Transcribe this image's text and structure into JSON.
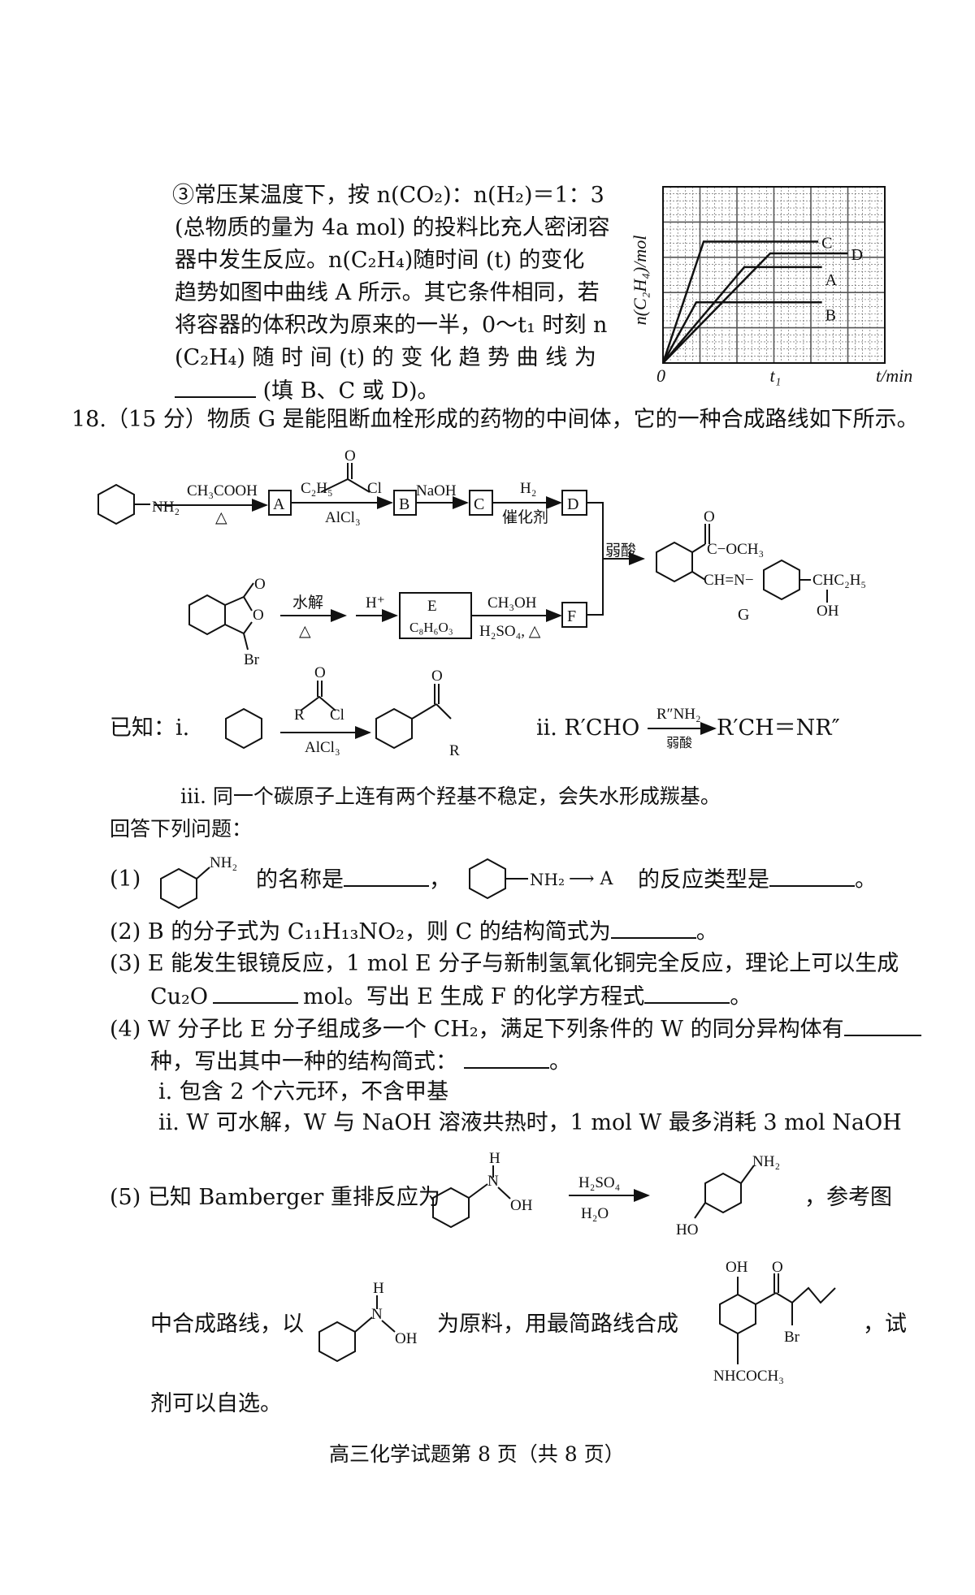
{
  "q17_part3": {
    "lines": [
      "③常压某温度下，按 n(CO₂)：n(H₂)＝1：3",
      "(总物质的量为 4a mol) 的投料比充人密闭容",
      "器中发生反应。n(C₂H₄)随时间 (t) 的变化",
      "趋势如图中曲线 A 所示。其它条件相同，若",
      "将容器的体积改为原来的一半，0～t₁ 时刻 n",
      "(C₂H₄) 随 时 间 (t) 的 变 化 趋 势 曲 线 为"
    ],
    "last_line": "(填 B、C 或 D)。"
  },
  "chart_data": {
    "type": "line",
    "title": "",
    "xlabel": "t/min",
    "ylabel": "n(C₂H₄)/mol",
    "x_ticks": [
      {
        "value": 0,
        "label": "0"
      },
      {
        "value": 3,
        "label": "t₁"
      }
    ],
    "xlim": [
      0,
      6
    ],
    "ylim": [
      0,
      4.5
    ],
    "grid": true,
    "series": [
      {
        "name": "C",
        "points": [
          [
            0,
            0
          ],
          [
            1.1,
            3.1
          ],
          [
            4.2,
            3.1
          ]
        ]
      },
      {
        "name": "D",
        "points": [
          [
            0,
            0
          ],
          [
            2.9,
            2.8
          ],
          [
            5.0,
            2.8
          ]
        ]
      },
      {
        "name": "A",
        "points": [
          [
            0,
            0
          ],
          [
            2.2,
            2.45
          ],
          [
            4.3,
            2.45
          ]
        ]
      },
      {
        "name": "B",
        "points": [
          [
            0,
            0
          ],
          [
            0.9,
            1.55
          ],
          [
            4.3,
            1.55
          ]
        ]
      }
    ]
  },
  "q18": {
    "heading": "18.（15 分）物质 G 是能阻断血栓形成的药物的中间体，它的一种合成路线如下所示。",
    "scheme": {
      "nh2": "NH₂",
      "r1_top": "CH₃COOH",
      "r1_bottom": "△",
      "A": "A",
      "r2_c2h5": "C₂H₅",
      "r2_o": "O",
      "r2_cl": "Cl",
      "r2_bottom": "AlCl₃",
      "B": "B",
      "r3_top": "NaOH",
      "C": "C",
      "r4_top": "H₂",
      "r4_bottom": "催化剂",
      "D": "D",
      "weak_acid": "弱酸",
      "g_o": "O",
      "g_ester": "C−OCH₃",
      "g_imine": "CH=N−",
      "g_chain": "CHC₂H₅",
      "g_oh": "OH",
      "G": "G",
      "lac_o1": "O",
      "lac_o2": "O",
      "lac_br": "Br",
      "r5_top": "水解",
      "r5_bottom": "△",
      "r6_top": "H⁺",
      "E": "E",
      "E_formula": "C₈H₆O₃",
      "r7_top": "CH₃OH",
      "r7_bottom": "H₂SO₄, △",
      "F": "F"
    },
    "known_label": "已知：ⅰ.",
    "known_i": {
      "o": "O",
      "r": "R",
      "cl": "Cl",
      "cat": "AlCl₃",
      "prod_o": "O",
      "prod_r": "R"
    },
    "known_ii": {
      "prefix": "ⅱ. R′CHO",
      "top": "R″NH₂",
      "bottom": "弱酸",
      "product": "R′CH＝NR″"
    },
    "known_iii": "ⅲ. 同一个碳原子上连有两个羟基不稳定，会失水形成羰基。",
    "answer_prompt": "回答下列问题：",
    "q1": {
      "num": "(1)",
      "nh2": "NH₂",
      "name_text": "的名称是",
      "comma": "，",
      "nh2_b": "NH₂",
      "arrow_a": "⟶ A",
      "type_text": "的反应类型是",
      "end": "。"
    },
    "q2": "(2) B 的分子式为 C₁₁H₁₃NO₂，则 C 的结构简式为",
    "q2_end": "。",
    "q3_line1": "(3) E 能发生银镜反应，1 mol E 分子与新制氢氧化铜完全反应，理论上可以生成",
    "q3_line2a": "Cu₂O",
    "q3_line2b": "mol。写出 E 生成 F 的化学方程式",
    "q3_end": "。",
    "q4_line1": "(4) W 分子比 E 分子组成多一个 CH₂，满足下列条件的 W 的同分异构体有",
    "q4_line2": "种，写出其中一种的结构简式：",
    "q4_end": "。",
    "q4_cond1": "ⅰ. 包含 2 个六元环，不含甲基",
    "q4_cond2": "ⅱ. W 可水解，W 与 NaOH 溶液共热时，1 mol W 最多消耗 3 mol NaOH",
    "q5": {
      "intro": "(5) 已知 Bamberger 重排反应为",
      "h": "H",
      "n": "N",
      "oh": "OH",
      "top": "H₂SO₄",
      "bottom": "H₂O",
      "p_nh2": "NH₂",
      "p_ho": "HO",
      "ref": "，参考图",
      "line2a": "中合成路线，以",
      "h2": "H",
      "n2": "N",
      "oh2": "OH",
      "line2b": "为原料，用最简路线合成",
      "t_oh": "OH",
      "t_o": "O",
      "t_br": "Br",
      "t_nh": "NHCOCH₃",
      "line2c": "，试",
      "line3": "剂可以自选。"
    }
  },
  "footer": "高三化学试题第 8 页（共 8 页）"
}
